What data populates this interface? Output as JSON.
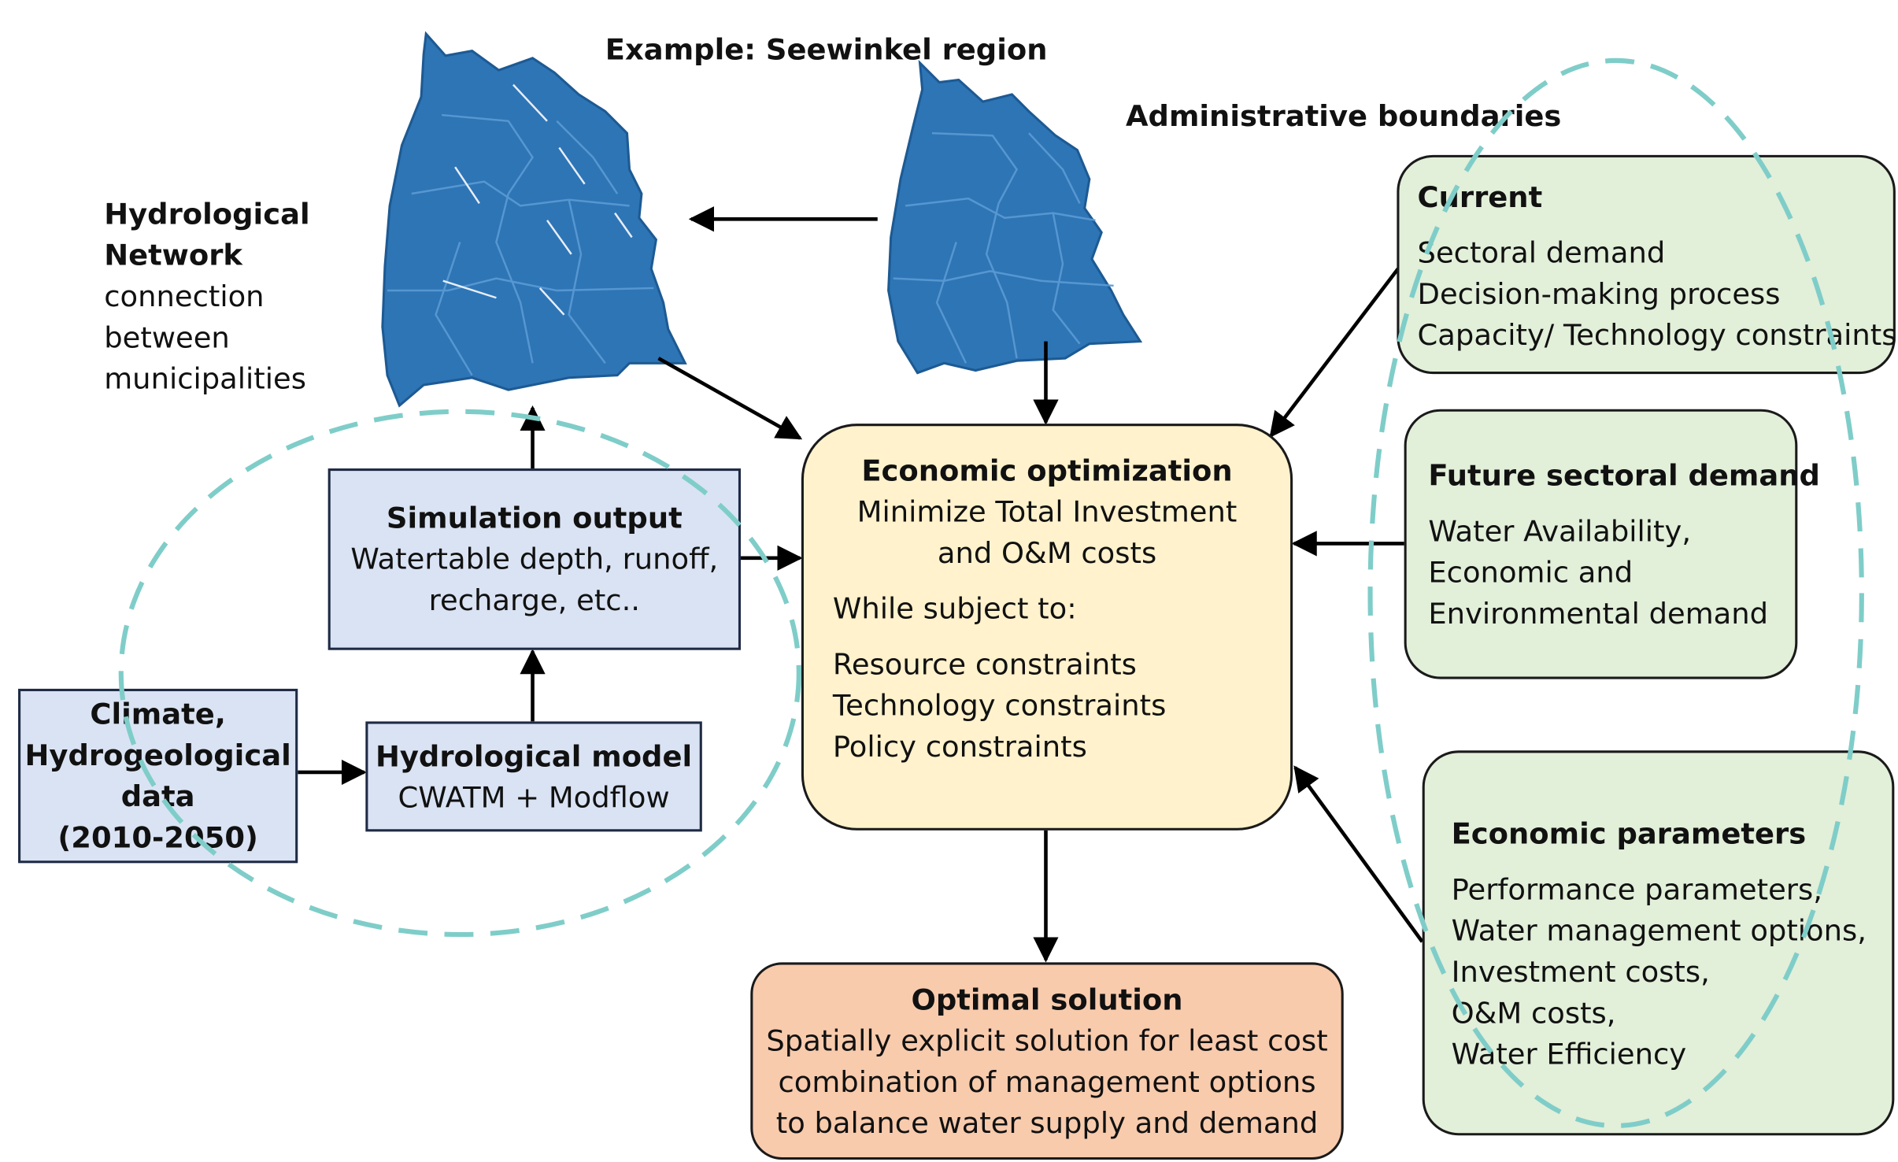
{
  "header": {
    "example_title": "Example: Seewinkel region",
    "admin_title": "Administrative boundaries"
  },
  "hydro_network": {
    "title_lines": [
      "Hydrological",
      "Network"
    ],
    "body_lines": [
      "connection",
      "between",
      "municipalities"
    ]
  },
  "simulation_output": {
    "title": "Simulation output",
    "lines": [
      "Watertable depth, runoff,",
      "recharge, etc.."
    ]
  },
  "climate_data": {
    "lines": [
      "Climate,",
      "Hydrogeological",
      "data",
      "(2010-2050)"
    ]
  },
  "hydrological_model": {
    "title": "Hydrological model",
    "line": "CWATM + Modflow"
  },
  "economic_optimization": {
    "title": "Economic optimization",
    "subtitle_lines": [
      "Minimize Total Investment",
      "and O&M costs"
    ],
    "subject_label": "While subject to:",
    "constraints": [
      "Resource constraints",
      "Technology constraints",
      "Policy constraints"
    ]
  },
  "current": {
    "title": "Current",
    "lines": [
      "Sectoral demand",
      "Decision-making process",
      "Capacity/ Technology constraints"
    ]
  },
  "future_demand": {
    "title": "Future sectoral demand",
    "lines": [
      "Water Availability,",
      "Economic and",
      "Environmental demand"
    ]
  },
  "economic_parameters": {
    "title": "Economic parameters",
    "lines": [
      "Performance parameters,",
      "Water management options,",
      "Investment costs,",
      "O&M costs,",
      "Water Efficiency"
    ]
  },
  "optimal_solution": {
    "title": "Optimal solution",
    "lines": [
      "Spatially explicit solution for least cost",
      "combination of management options",
      "to balance water supply and demand"
    ]
  },
  "colors": {
    "map_fill": "#2e75b6",
    "dashed_ellipse": "#7fcdc9",
    "blue_box": "#dae3f3",
    "yellow_box": "#fff2cc",
    "green_box": "#e2efd9",
    "orange_box": "#f8cbad"
  },
  "icons": [
    "seewinkel-map-with-flow-arrows",
    "seewinkel-administrative-map"
  ]
}
